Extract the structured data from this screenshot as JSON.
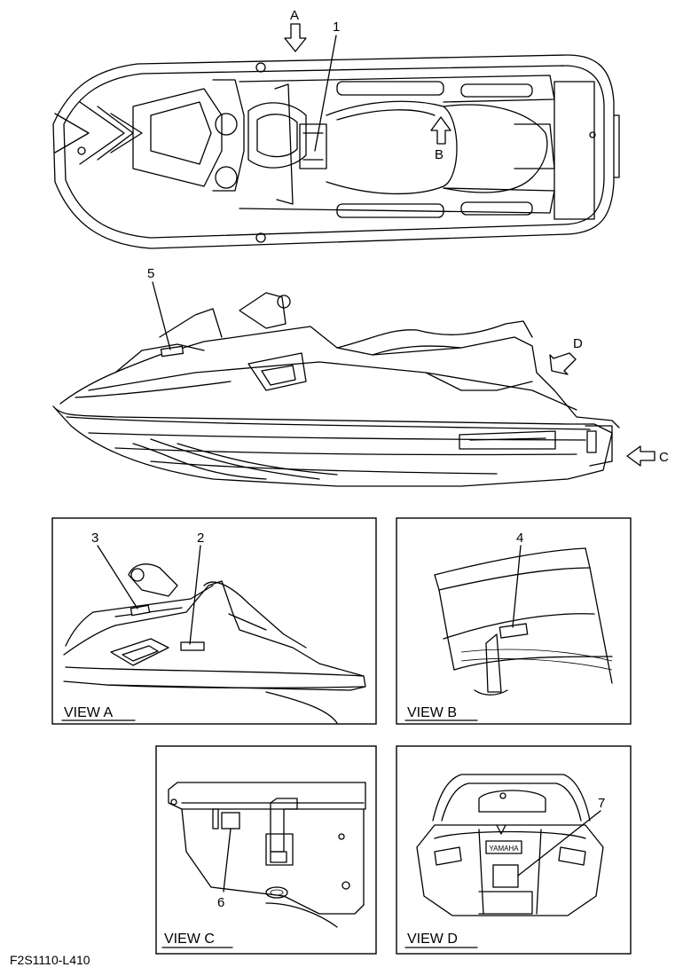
{
  "figure_code": "F2S1110-L410",
  "callouts": [
    "1",
    "2",
    "3",
    "4",
    "5",
    "6",
    "7"
  ],
  "direction_arrows": [
    "A",
    "B",
    "C",
    "D"
  ],
  "views": {
    "a": "VIEW A",
    "b": "VIEW B",
    "c": "VIEW C",
    "d": "VIEW D"
  },
  "emblem_text": "YAMAHA"
}
